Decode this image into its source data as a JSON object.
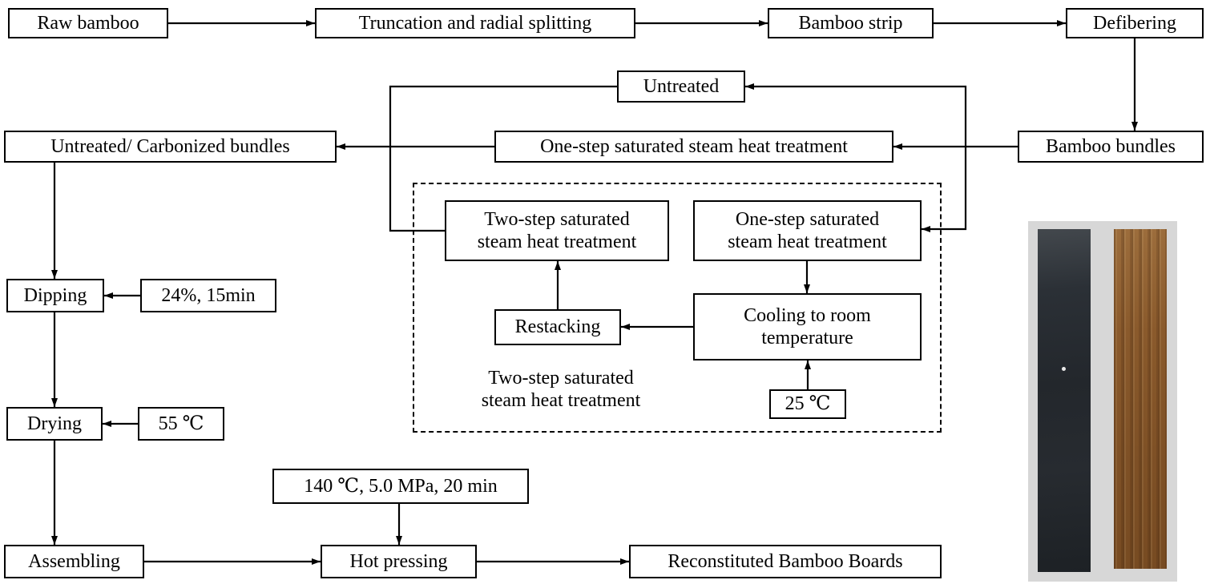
{
  "diagram": {
    "nodes": {
      "raw_bamboo": "Raw bamboo",
      "truncation": "Truncation and radial splitting",
      "bamboo_strip": "Bamboo strip",
      "defibering": "Defibering",
      "untreated": "Untreated",
      "untreated_carbonized": "Untreated/ Carbonized bundles",
      "one_step_outer": "One-step saturated steam heat treatment",
      "bamboo_bundles": "Bamboo bundles",
      "two_step_inner": "Two-step saturated\nsteam heat treatment",
      "one_step_inner": "One-step saturated\nsteam heat treatment",
      "restacking": "Restacking",
      "cooling": "Cooling to room\ntemperature",
      "temp_25": "25 ℃",
      "two_step_region_label": "Two-step saturated\nsteam heat treatment",
      "dipping": "Dipping",
      "dip_params": "24%, 15min",
      "drying": "Drying",
      "dry_temp": "55 ℃",
      "assembling": "Assembling",
      "press_params": "140 ℃, 5.0 MPa, 20 min",
      "hot_pressing": "Hot pressing",
      "boards": "Reconstituted Bamboo Boards"
    },
    "colors": {
      "line": "#000000",
      "box_background": "#ffffff",
      "photo_background": "#d7d7d7",
      "carbonized_board": "#24282c",
      "untreated_board": "#8a5a2c"
    }
  }
}
